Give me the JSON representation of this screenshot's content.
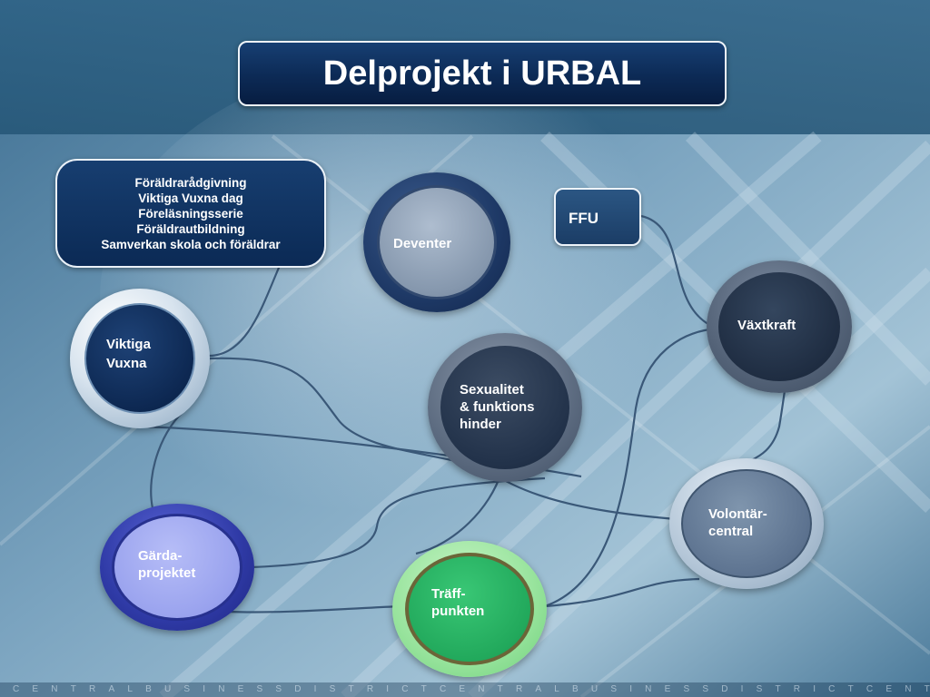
{
  "title": "Delprojekt i URBAL",
  "list_box": {
    "items": [
      "Föräldrarådgivning",
      "Viktiga Vuxna dag",
      "Föreläsningsserie",
      "Föräldrautbildning",
      "Samverkan skola  och föräldrar"
    ]
  },
  "ffu": {
    "label": "FFU"
  },
  "nodes": {
    "viktiga_vuxna": {
      "line1": "Viktiga",
      "line2": "Vuxna"
    },
    "deventer": {
      "label": "Deventer"
    },
    "sexualitet": {
      "line1": "Sexualitet",
      "line2": "& funktions",
      "line3": "hinder"
    },
    "vaxtkraft": {
      "label": "Växtkraft"
    },
    "volontar": {
      "line1": "Volontär-",
      "line2": "central"
    },
    "garda": {
      "line1": "Gärda-",
      "line2": "projektet"
    },
    "traff": {
      "line1": "Träff-",
      "line2": "punkten"
    }
  },
  "footer": {
    "text": "CENTRALBUSINESSDISTRICTCENTRALBUSINESSDISTRICTCENTRA"
  },
  "colors": {
    "background": "#5d8aa7",
    "title_box": "#0c2a55",
    "garda_fill": "#9aa4ef",
    "traff_fill": "#2fb866",
    "node_dark": "#1c2c40"
  }
}
